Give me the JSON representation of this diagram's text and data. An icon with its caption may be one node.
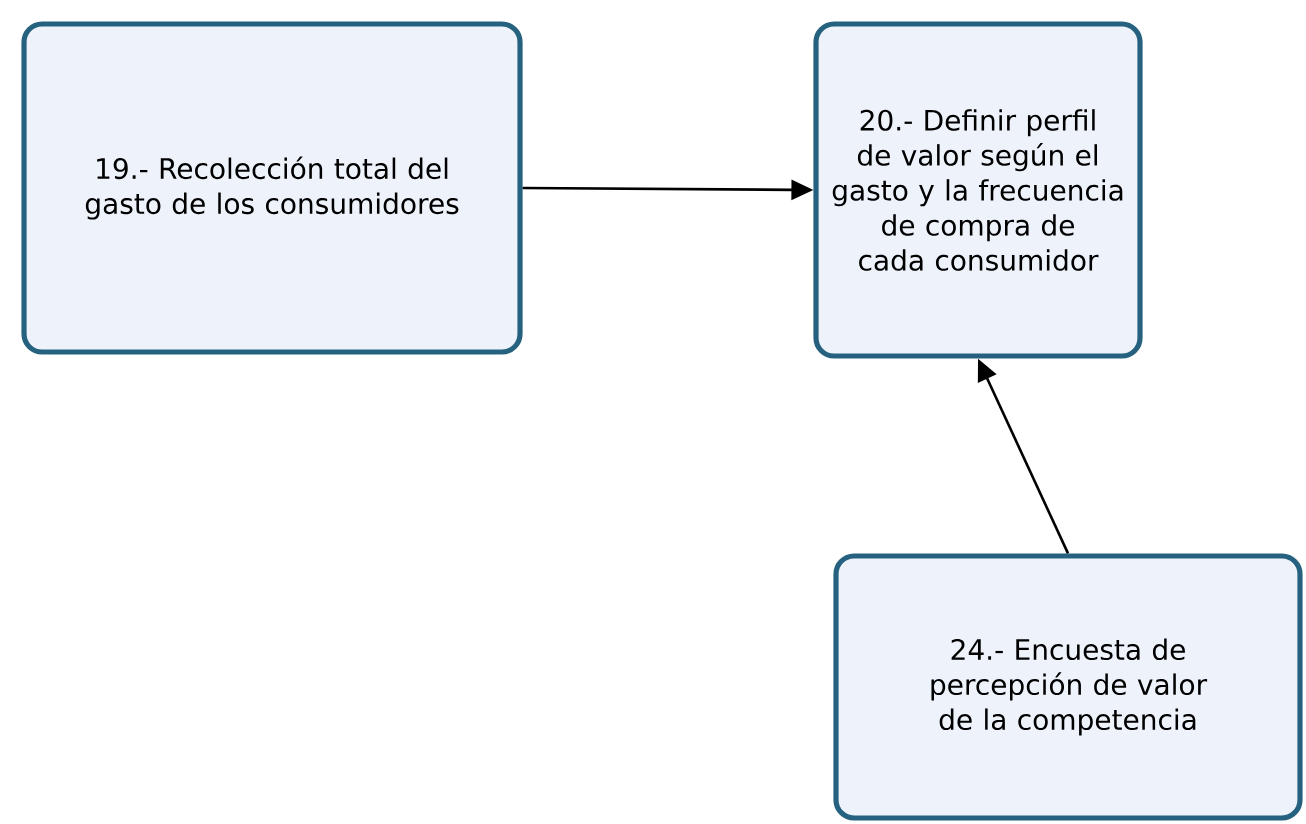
{
  "diagram": {
    "nodes": [
      {
        "text": [
          "19.- Recolección total del gasto de los consumidores"
        ]
      },
      {
        "text": [
          "20.- Definir perfil de valor según el gasto y la frecuencia de compra de cada consumidor"
        ]
      },
      {
        "text": [
          "24.- Encuesta de percepción de valor de la competencia"
        ]
      }
    ],
    "edges": [
      {
        "from": 0,
        "to": 1,
        "arrow": "to"
      },
      {
        "from": 2,
        "to": 1,
        "arrow": "to"
      }
    ]
  }
}
